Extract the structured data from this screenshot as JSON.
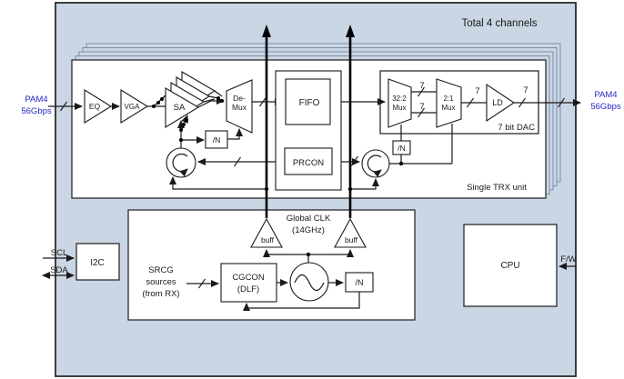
{
  "title": "Total 4 channels",
  "trx": {
    "unit_label": "Single TRX unit",
    "eq": "EQ",
    "vga": "VGA",
    "sa": "SA",
    "demux1": "De-",
    "demux2": "Mux",
    "divn": "/N",
    "fifo": "FIFO",
    "prcon": "PRCON",
    "dac": {
      "label": "7 bit DAC",
      "mux32_1": "32:2",
      "mux32_2": "Mux",
      "mux21_1": "2:1",
      "mux21_2": "Mux",
      "ld": "LD",
      "divn": "/N",
      "bus7": "7"
    }
  },
  "ports": {
    "in1": "PAM4",
    "in2": "56Gbps",
    "out1": "PAM4",
    "out2": "56Gbps",
    "scl": "SCL",
    "sda": "SDA",
    "fw": "F/W"
  },
  "clockgen": {
    "global1": "Global CLK",
    "global2": "(14GHz)",
    "buff": "buff",
    "srcg1": "SRCG",
    "srcg2": "sources",
    "srcg3": "(from  RX)",
    "cgcon1": "CGCON",
    "cgcon2": "(DLF)",
    "divn": "/N"
  },
  "blocks": {
    "i2c": "I2C",
    "cpu": "CPU"
  },
  "colors": {
    "channel_bg": "#CAD6E4",
    "stack_outline": "#7E8FA3",
    "accent_text": "#2525C8",
    "line": "#1A1A1A"
  }
}
